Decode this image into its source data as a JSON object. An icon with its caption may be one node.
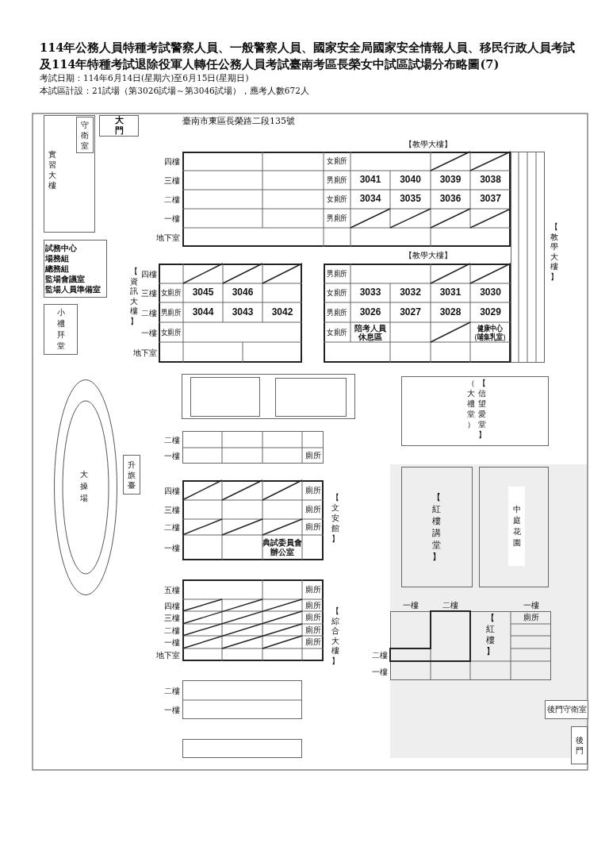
{
  "diagram": {
    "title": "114年公務人員特種考試警察人員、一般警察人員、國家安全局國家安全情報人員、移民行政人員考試及114年特種考試退除役軍人轉任公務人員考試臺南考區長榮女中試區試場分布略圖(7)",
    "nodes": [
      {
        "text": [
          "實習大樓"
        ]
      },
      {
        "text": [
          "守衛室"
        ],
        "in": 0
      },
      {
        "text": [
          "大門"
        ]
      },
      {
        "text": [
          "試務中心",
          "場務組",
          "總務組",
          "監場會議室",
          "監場人員準備室"
        ]
      },
      {
        "text": [
          "小禮拜堂"
        ]
      },
      {
        "text": [
          "【教學大樓】"
        ],
        "beside": [
          "四樓",
          "三樓",
          "二樓",
          "一樓",
          "地下室"
        ]
      },
      {
        "text": [
          "女廁所"
        ],
        "in": 5
      },
      {
        "text": [
          "男廁所"
        ],
        "in": 5
      },
      {
        "text": [
          "3041"
        ],
        "in": 5
      },
      {
        "text": [
          "3040"
        ],
        "in": 5
      },
      {
        "text": [
          "3039"
        ],
        "in": 5
      },
      {
        "text": [
          "3038"
        ],
        "in": 5
      },
      {
        "text": [
          "女廁所"
        ],
        "in": 5
      },
      {
        "text": [
          "3034"
        ],
        "in": 5
      },
      {
        "text": [
          "3035"
        ],
        "in": 5
      },
      {
        "text": [
          "3036"
        ],
        "in": 5
      },
      {
        "text": [
          "3037"
        ],
        "in": 5
      },
      {
        "text": [
          "男廁所"
        ],
        "in": 5
      },
      {
        "text": [
          "【教學大樓】"
        ]
      },
      {
        "text": [
          "【資訊大樓】"
        ],
        "beside": [
          "四樓",
          "三樓",
          "二樓",
          "一樓",
          "地下室"
        ]
      },
      {
        "text": [
          "女廁所"
        ],
        "in": 19
      },
      {
        "text": [
          "3045"
        ],
        "in": 19
      },
      {
        "text": [
          "3046"
        ],
        "in": 19
      },
      {
        "text": [
          "男廁所"
        ],
        "in": 19
      },
      {
        "text": [
          "3044"
        ],
        "in": 19
      },
      {
        "text": [
          "3043"
        ],
        "in": 19
      },
      {
        "text": [
          "3042"
        ],
        "in": 19
      },
      {
        "text": [
          "女廁所"
        ],
        "in": 19
      },
      {
        "text": [
          "【教學大樓】"
        ]
      },
      {
        "text": [
          "男廁所"
        ],
        "in": 28
      },
      {
        "text": [
          "女廁所"
        ],
        "in": 28
      },
      {
        "text": [
          "3033"
        ],
        "in": 28
      },
      {
        "text": [
          "3032"
        ],
        "in": 28
      },
      {
        "text": [
          "3031"
        ],
        "in": 28
      },
      {
        "text": [
          "3030"
        ],
        "in": 28
      },
      {
        "text": [
          "男廁所"
        ],
        "in": 28
      },
      {
        "text": [
          "3026"
        ],
        "in": 28
      },
      {
        "text": [
          "3027"
        ],
        "in": 28
      },
      {
        "text": [
          "3028"
        ],
        "in": 28
      },
      {
        "text": [
          "3029"
        ],
        "in": 28
      },
      {
        "text": [
          "女廁所"
        ],
        "in": 28
      },
      {
        "text": [
          "陪考人員休息區"
        ],
        "in": 28
      },
      {
        "text": [
          "健康中心（哺集乳室）"
        ],
        "in": 28
      },
      {
        "text": [],
        "shape": "box"
      },
      {
        "text": [],
        "shape": "box",
        "in": 43
      },
      {
        "text": [],
        "shape": "box",
        "in": 43
      },
      {
        "text": [
          "（大禮堂）",
          "【信望愛堂】"
        ]
      },
      {
        "text": [
          "大操場"
        ]
      },
      {
        "text": [
          "升旗臺"
        ]
      },
      {
        "text": [],
        "shape": "box",
        "beside": [
          "二樓",
          "一樓"
        ]
      },
      {
        "text": [
          "廁所"
        ],
        "in": 49
      },
      {
        "text": [
          "【文安館】"
        ],
        "beside": [
          "四樓",
          "三樓",
          "二樓",
          "一樓"
        ]
      },
      {
        "text": [
          "廁所"
        ],
        "in": 51
      },
      {
        "text": [
          "廁所"
        ],
        "in": 51
      },
      {
        "text": [
          "廁所"
        ],
        "in": 51
      },
      {
        "text": [
          "典試委員會辦公室"
        ],
        "in": 51
      },
      {
        "text": [
          "【紅樓講堂】"
        ]
      },
      {
        "text": [
          "中庭花園"
        ]
      },
      {
        "text": [
          "【綜合大樓】"
        ],
        "beside": [
          "五樓",
          "四樓",
          "三樓",
          "二樓",
          "一樓",
          "地下室"
        ]
      },
      {
        "text": [
          "廁所"
        ],
        "in": 58
      },
      {
        "text": [
          "廁所"
        ],
        "in": 58
      },
      {
        "text": [
          "廁所"
        ],
        "in": 58
      },
      {
        "text": [
          "廁所"
        ],
        "in": 58
      },
      {
        "text": [
          "廁所"
        ],
        "in": 58
      },
      {
        "text": [
          "【紅樓】"
        ],
        "beside": [
          "一樓",
          "二樓",
          "一樓",
          "二樓",
          "一樓"
        ]
      },
      {
        "text": [
          "廁所"
        ],
        "in": 64
      },
      {
        "text": [],
        "shape": "box",
        "beside": [
          "二樓",
          "一樓"
        ]
      },
      {
        "text": [
          "後門守衛室"
        ]
      },
      {
        "text": [],
        "shape": "box"
      },
      {
        "text": [
          "後門"
        ]
      }
    ],
    "labels": [
      "考試日期：114年6月14日(星期六)至6月15日(星期日)",
      "本試區計設：21試場（第3026試場～第3046試場），應考人數672人",
      "臺南市東區長榮路二段135號"
    ]
  }
}
